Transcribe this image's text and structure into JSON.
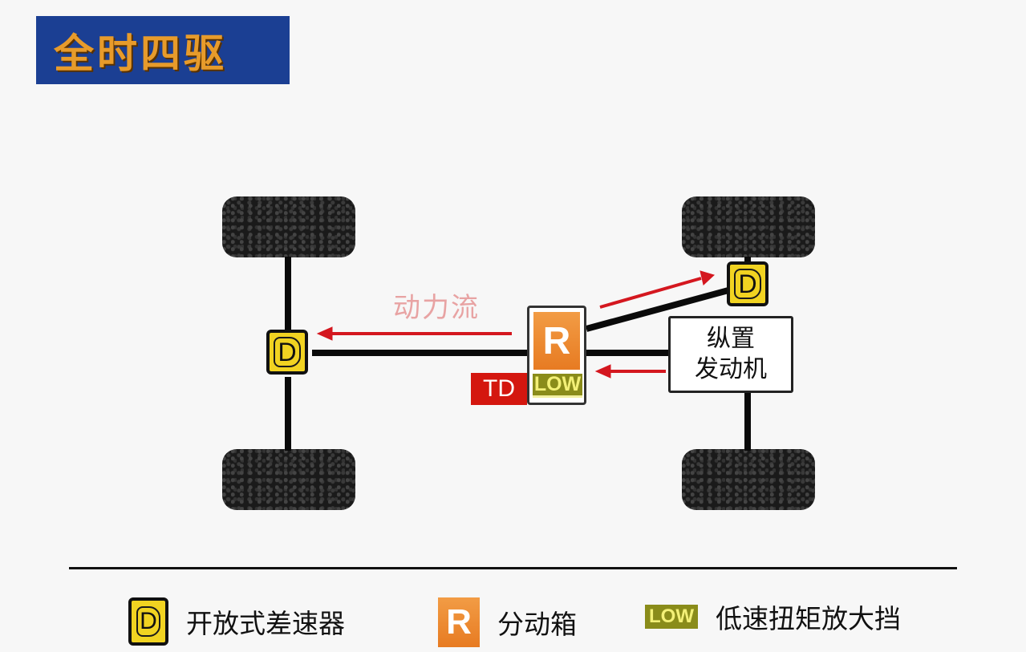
{
  "title": "全时四驱",
  "flow_label": "动力流",
  "differential_symbol": "D",
  "transfer_case_symbol": "R",
  "low_range_symbol": "LOW",
  "torque_device_label": "TD",
  "engine_label_line1": "纵置",
  "engine_label_line2": "发动机",
  "legend": [
    {
      "symbol": "D",
      "label": "开放式差速器"
    },
    {
      "symbol": "R",
      "label": "分动箱"
    },
    {
      "symbol": "LOW",
      "label": "低速扭矩放大挡"
    }
  ],
  "colors": {
    "banner_bg": "#1b3f93",
    "title_text": "#e79b2b",
    "differential": "#f1d321",
    "transfer_case": "#e77b22",
    "low_range": "#8a8c1a",
    "td_block": "#d4170f",
    "flow_arrow": "#d4171f"
  }
}
